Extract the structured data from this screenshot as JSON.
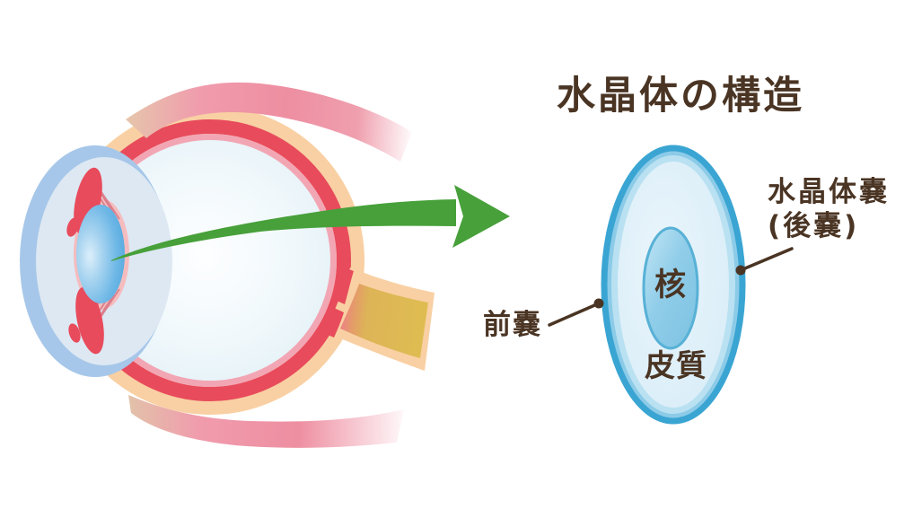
{
  "title": "水晶体の構造",
  "lens_diagram": {
    "capsule_label_line1": "水晶体嚢",
    "capsule_label_line2": "(後嚢)",
    "anterior_capsule_label": "前嚢",
    "nucleus_label": "核",
    "cortex_label": "皮質"
  },
  "colors": {
    "text_brown": "#4a3423",
    "arrow_green": "#47a03a",
    "sclera_peach": "#f9d0a3",
    "choroid_red": "#e84b5c",
    "retina_pink": "#f2a6b4",
    "cornea_blue": "#a6c7e9",
    "anterior_chamber_blue": "#dde8f3",
    "lens_blue": "#55a9de",
    "capsule_stroke_blue": "#3aa5d3",
    "capsule_band_blue": "#8ccbe8",
    "cortex_pale_blue": "#e0f0f9",
    "nucleus_blue": "#8ccbe9",
    "optic_nerve_yellow": "#ddb84e",
    "muscle_pink": "#ee8ea1"
  }
}
